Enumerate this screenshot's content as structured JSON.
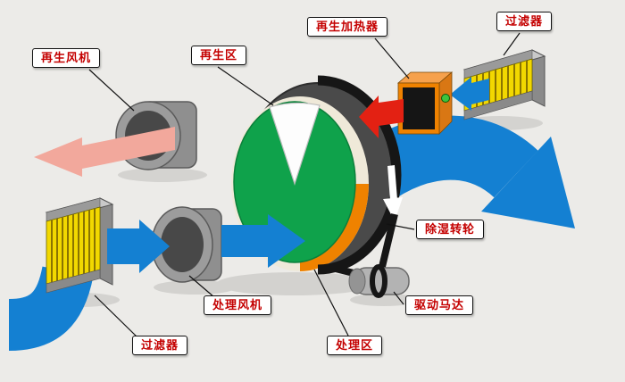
{
  "diagram": {
    "labels": {
      "regen_fan": "再生风机",
      "regen_zone": "再生区",
      "regen_heater": "再生加热器",
      "filter_top": "过滤器",
      "dehumidify_wheel": "除湿转轮",
      "drive_motor": "驱动马达",
      "process_zone": "处理区",
      "process_fan": "处理风机",
      "filter_bottom": "过滤器"
    },
    "colors": {
      "process_air_blue": "#1480d2",
      "regen_exhaust_pink": "#f2a89c",
      "hot_air_red": "#e32113",
      "wheel_green": "#0fa24b",
      "heater_orange": "#ef8200",
      "filter_yellow": "#f2d800",
      "label_text_red": "#c40000"
    }
  }
}
